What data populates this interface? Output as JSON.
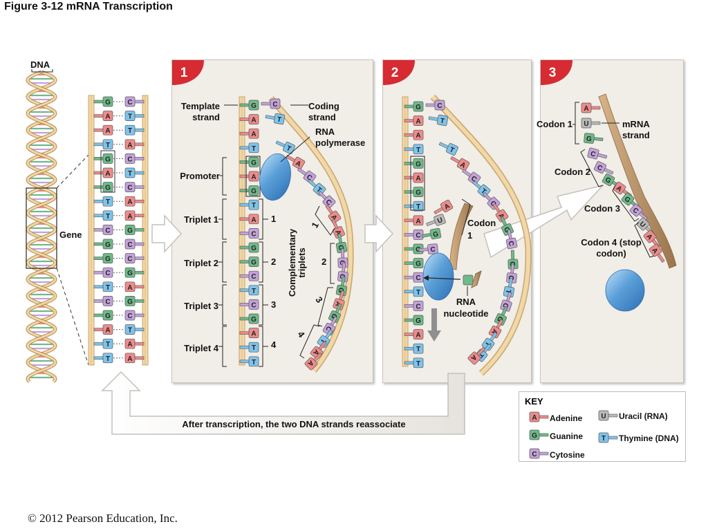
{
  "figure_title": "Figure 3-12  mRNA Transcription",
  "copyright": "© 2012 Pearson Education, Inc.",
  "colors": {
    "A": "#ee8b8b",
    "G": "#6fb98a",
    "C": "#c3a2d9",
    "T": "#7fc3ea",
    "U": "#b9b9b9",
    "backbone": "#f1d8a8",
    "rna_strand": "#b8946a",
    "polymerase": "#5b9fd8",
    "panel_number_bg": "#d72b33"
  },
  "left": {
    "dna_label": "DNA",
    "gene_label": "Gene"
  },
  "ladder": {
    "left_bases": [
      "G",
      "A",
      "A",
      "T",
      "G",
      "A",
      "G",
      "T",
      "T",
      "C",
      "G",
      "G",
      "C",
      "T",
      "C",
      "G",
      "A",
      "T",
      "T"
    ],
    "right_bases": [
      "C",
      "T",
      "T",
      "A",
      "C",
      "T",
      "C",
      "A",
      "A",
      "G",
      "C",
      "C",
      "G",
      "A",
      "G",
      "C",
      "T",
      "A",
      "A"
    ]
  },
  "panel1": {
    "number": "1",
    "template_strand": "Template strand",
    "coding_strand": "Coding strand",
    "rna_polymerase": "RNA polymerase",
    "promoter": "Promoter",
    "triplets": [
      "Triplet 1",
      "Triplet 2",
      "Triplet 3",
      "Triplet 4"
    ],
    "triplet_numbers": [
      "1",
      "2",
      "3",
      "4"
    ],
    "complementary": "Complementary triplets",
    "template_bases": [
      "G",
      "A",
      "A",
      "T",
      "G",
      "A",
      "G",
      "T",
      "A",
      "C",
      "G",
      "G",
      "C",
      "T",
      "C",
      "G",
      "A",
      "T",
      "T"
    ],
    "coding_bases": [
      "C",
      "T",
      "T",
      "A",
      "C",
      "T",
      "C",
      "A",
      "A",
      "G",
      "C",
      "C",
      "G",
      "A",
      "G",
      "C",
      "T",
      "A",
      "A"
    ]
  },
  "panel2": {
    "number": "2",
    "codon_1": "Codon 1",
    "rna_nucleotide": "RNA nucleotide",
    "template_bases": [
      "G",
      "A",
      "A",
      "T",
      "G",
      "A",
      "G",
      "T",
      "A",
      "C",
      "G",
      "G",
      "C",
      "T",
      "C",
      "G",
      "A",
      "T",
      "T"
    ],
    "coding_bases": [
      "C",
      "T",
      "T",
      "A",
      "C",
      "T",
      "C",
      "A",
      "G",
      "C",
      "G",
      "C",
      "T",
      "C",
      "G",
      "A",
      "T",
      "T",
      "A"
    ]
  },
  "panel3": {
    "number": "3",
    "codon_1": "Codon 1",
    "codon_2": "Codon 2",
    "codon_3": "Codon 3",
    "codon_4": "Codon 4 (stop codon)",
    "mrna_strand": "mRNA strand",
    "mrna_bases": [
      "A",
      "U",
      "G",
      "C",
      "C",
      "G",
      "A",
      "G",
      "C",
      "U",
      "A",
      "A"
    ]
  },
  "bottom_arrow_text": "After transcription, the two DNA strands reassociate",
  "key": {
    "title": "KEY",
    "items": [
      {
        "letter": "A",
        "label": "Adenine"
      },
      {
        "letter": "G",
        "label": "Guanine"
      },
      {
        "letter": "C",
        "label": "Cytosine"
      },
      {
        "letter": "U",
        "label": "Uracil (RNA)"
      },
      {
        "letter": "T",
        "label": "Thymine (DNA)"
      }
    ]
  }
}
